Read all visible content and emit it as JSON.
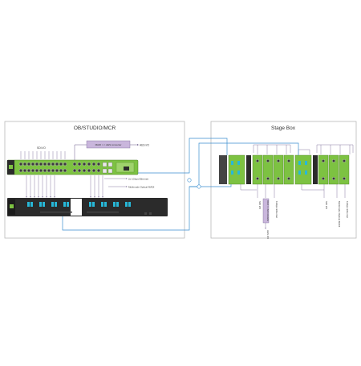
{
  "left_panel": {
    "title": "OB/STUDIO/MCR",
    "labels": {
      "sdi_io": "SDI I/O",
      "madi_aes": "MADI <-> AES converter",
      "aes_io": "AES I/O",
      "eth": "2x 1Gbps Ethernet",
      "optical": "Multimode Optical MADI"
    }
  },
  "right_panel": {
    "title": "Stage Box",
    "labels": {
      "sdi_io_a": "SDI I/O",
      "madi_aes": "MADI <-> AES converter",
      "aes_io": "AES I/O",
      "eth": "1Gbps Ethernet",
      "sdi_io_b": "SDI I/O",
      "optical": "Multimode Optical MADI",
      "eth_b": "1Gbps Ethernet"
    }
  },
  "colors": {
    "green": "#7dc242",
    "dark": "#2b2b2b",
    "purple": "#c9b6dc",
    "link": "#3b8fd0",
    "arrow": "#6a5a8a",
    "cyan": "#27b8d8"
  }
}
